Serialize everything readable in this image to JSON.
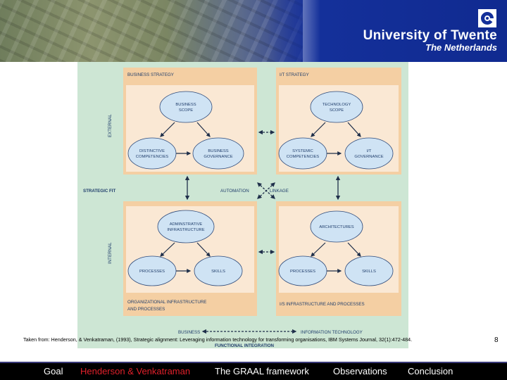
{
  "header": {
    "university_name": "University of Twente",
    "country": "The Netherlands"
  },
  "diagram": {
    "quadrants": {
      "business_strategy": "BUSINESS STRATEGY",
      "it_strategy": "I/T STRATEGY",
      "org_infrastructure_line1": "ORGANIZATIONAL INFRASTRUCTURE",
      "org_infrastructure_line2": "AND PROCESSES",
      "is_infrastructure": "I/S INFRASTRUCTURE AND PROCESSES"
    },
    "ovals": {
      "business_scope_1": "BUSINESS",
      "business_scope_2": "SCOPE",
      "distinctive_1": "DISTINCTIVE",
      "distinctive_2": "COMPETENCIES",
      "business_gov_1": "BUSINESS",
      "business_gov_2": "GOVERNANCE",
      "technology_scope_1": "TECHNOLOGY",
      "technology_scope_2": "SCOPE",
      "systemic_1": "SYSTEMIC",
      "systemic_2": "COMPETENCIES",
      "it_gov_1": "I/T",
      "it_gov_2": "GOVERNANCE",
      "admin_1": "ADMINSTRATIVE",
      "admin_2": "INFRASTRUCTURE",
      "processes_left": "PROCESSES",
      "skills_left": "SKILLS",
      "architectures": "ARCHITECTURES",
      "processes_right": "PROCESSES",
      "skills_right": "SKILLS"
    },
    "side_labels": {
      "external": "EXTERNAL",
      "internal": "INTERNAL",
      "strategic_fit": "STRATEGIC FIT"
    },
    "center_labels": {
      "automation": "AUTOMATION",
      "linkage": "LINKAGE"
    },
    "bottom_labels": {
      "business": "BUSINESS",
      "information_technology": "INFORMATION TECHNOLOGY",
      "functional_integration": "FUNCTIONAL INTEGRATION"
    }
  },
  "caption": "Taken from: Henderson, & Venkatraman, (1993), Strategic alignment: Leveraging information technology for transforming  organisations, IBM Systems Journal, 32(1):472-484.",
  "page_number": "8",
  "footer_nav": [
    "Goal",
    "Henderson & Venkatraman",
    "The GRAAL framework",
    "Observations",
    "Conclusion"
  ],
  "colors": {
    "diagram_background": "#cde6d4",
    "quadrant_outer": "#f4cfa3",
    "quadrant_inner": "#fae8d4",
    "oval_fill": "#cfe3f4",
    "active_nav": "#e0202a",
    "brand_blue": "#14309a"
  }
}
